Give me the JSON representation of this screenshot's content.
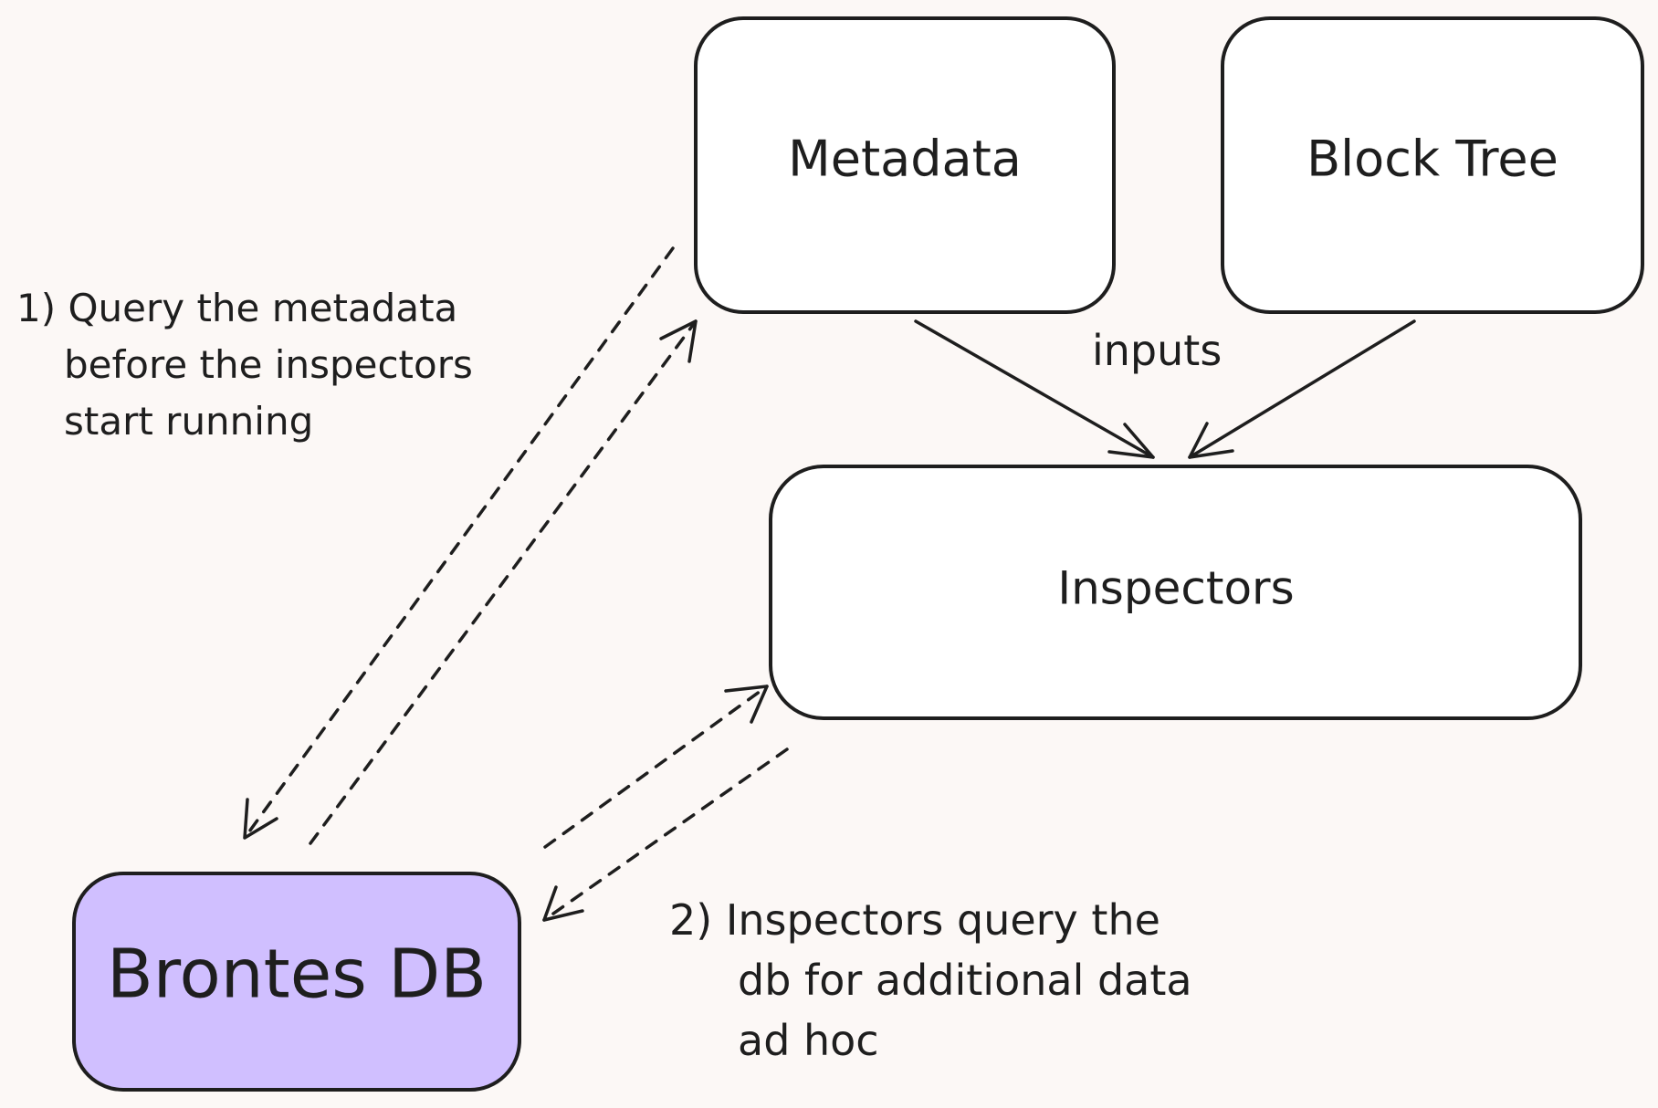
{
  "nodes": {
    "metadata": {
      "label": "Metadata"
    },
    "block_tree": {
      "label": "Block Tree"
    },
    "inspectors": {
      "label": "Inspectors"
    },
    "brontes_db": {
      "label": "Brontes DB",
      "fill": "#d0bfff"
    }
  },
  "edges": {
    "inputs_label": "inputs"
  },
  "notes": {
    "note1": [
      "1) Query the metadata",
      "before the inspectors",
      "start running"
    ],
    "note2": [
      "2) Inspectors query the",
      "db for additional data",
      "ad hoc"
    ]
  },
  "colors": {
    "background": "#fcf8f6",
    "stroke": "#1e1e1e",
    "box_fill": "#ffffff",
    "db_fill": "#d0bfff"
  }
}
